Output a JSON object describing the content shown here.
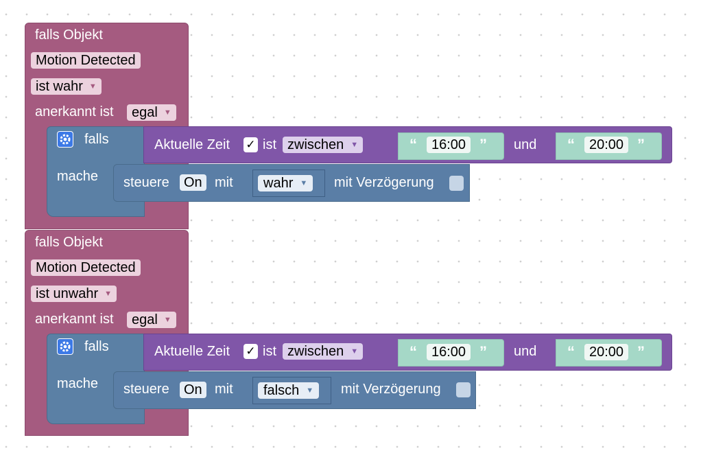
{
  "rules": [
    {
      "event": {
        "label": "falls Objekt",
        "object": "Motion Detected",
        "condition": "ist wahr",
        "ack_label": "anerkannt ist",
        "ack_value": "egal"
      },
      "logic": {
        "if_label": "falls",
        "do_label": "mache",
        "gear_icon": "gear-icon"
      },
      "time": {
        "label": "Aktuelle Zeit",
        "checked": "✓",
        "ist": "ist",
        "operator": "zwischen",
        "and_label": "und",
        "from": "16:00",
        "to": "20:00"
      },
      "control": {
        "label": "steuere",
        "state": "On",
        "mit": "mit",
        "value": "wahr",
        "delay_label": "mit Verzögerung"
      }
    },
    {
      "event": {
        "label": "falls Objekt",
        "object": "Motion Detected",
        "condition": "ist unwahr",
        "ack_label": "anerkannt ist",
        "ack_value": "egal"
      },
      "logic": {
        "if_label": "falls",
        "do_label": "mache",
        "gear_icon": "gear-icon"
      },
      "time": {
        "label": "Aktuelle Zeit",
        "checked": "✓",
        "ist": "ist",
        "operator": "zwischen",
        "and_label": "und",
        "from": "16:00",
        "to": "20:00"
      },
      "control": {
        "label": "steuere",
        "state": "On",
        "mit": "mit",
        "value": "falsch",
        "delay_label": "mit Verzögerung"
      }
    }
  ],
  "colors": {
    "event": "#a55b80",
    "logic": "#5b80a5",
    "time": "#8056a8",
    "string": "#a5d8c7",
    "control": "#5a7ea6"
  },
  "quote_open": "“",
  "quote_close": "”",
  "dropdown_arrow": "▼"
}
